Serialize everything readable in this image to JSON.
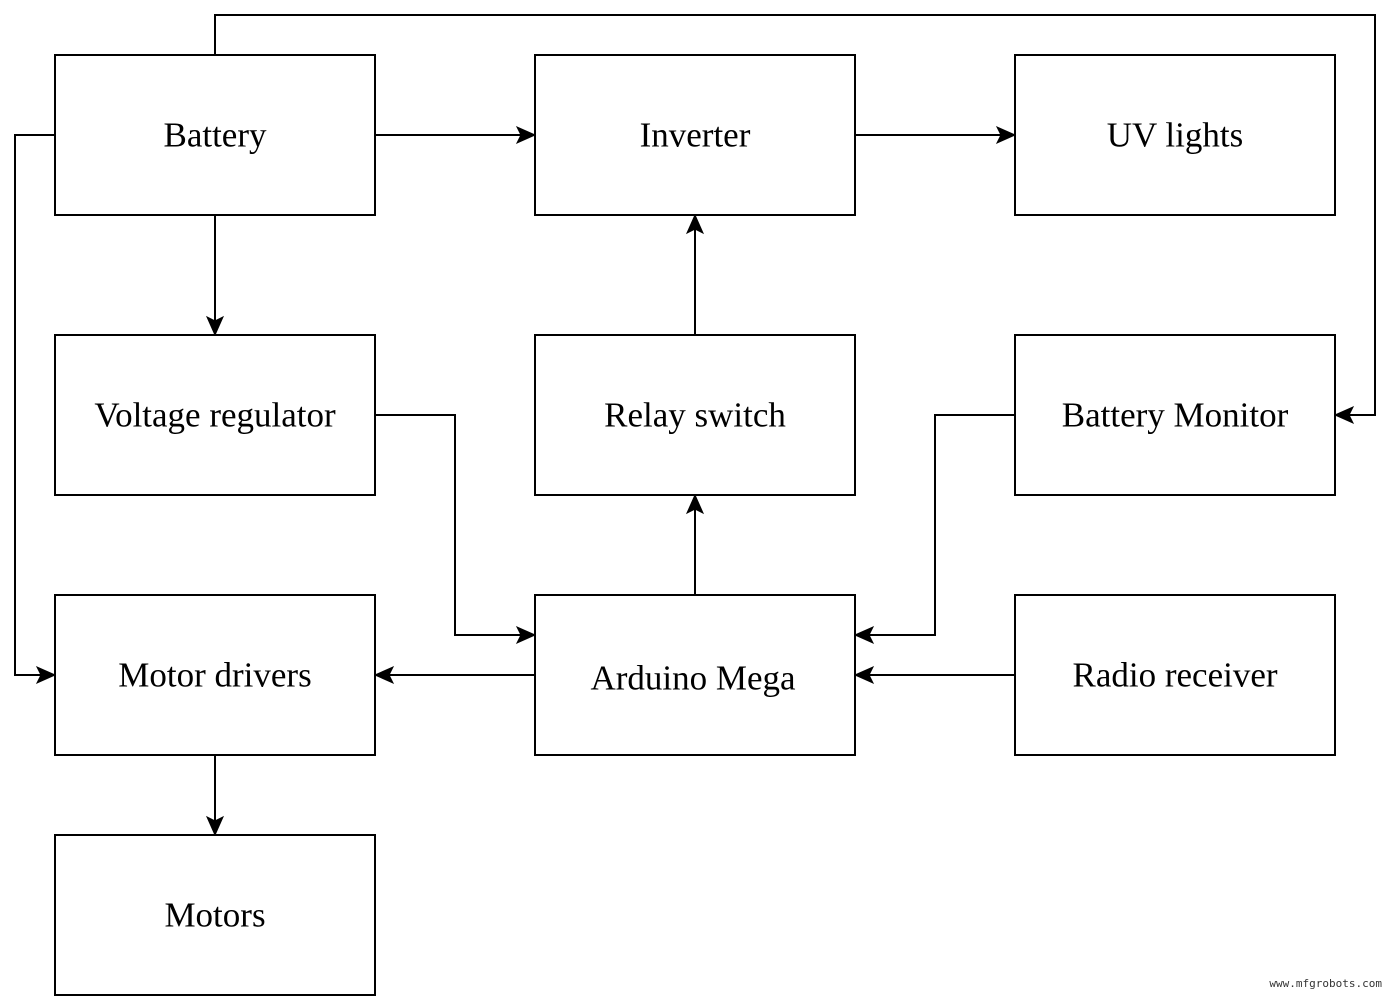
{
  "nodes": {
    "battery": {
      "label": "Battery"
    },
    "inverter": {
      "label": "Inverter"
    },
    "uv_lights": {
      "label": "UV lights"
    },
    "voltage_regulator": {
      "label": "Voltage regulator"
    },
    "relay_switch": {
      "label": "Relay switch"
    },
    "battery_monitor": {
      "label": "Battery Monitor"
    },
    "motor_drivers": {
      "label": "Motor drivers"
    },
    "arduino_mega": {
      "label": "Arduino Mega"
    },
    "radio_receiver": {
      "label": "Radio receiver"
    },
    "motors": {
      "label": "Motors"
    }
  },
  "edges": [
    {
      "from": "battery",
      "to": "inverter"
    },
    {
      "from": "inverter",
      "to": "uv_lights"
    },
    {
      "from": "battery",
      "to": "voltage_regulator"
    },
    {
      "from": "battery",
      "to": "battery_monitor"
    },
    {
      "from": "battery",
      "to": "motor_drivers"
    },
    {
      "from": "relay_switch",
      "to": "inverter"
    },
    {
      "from": "arduino_mega",
      "to": "relay_switch"
    },
    {
      "from": "voltage_regulator",
      "to": "arduino_mega"
    },
    {
      "from": "battery_monitor",
      "to": "arduino_mega"
    },
    {
      "from": "radio_receiver",
      "to": "arduino_mega"
    },
    {
      "from": "arduino_mega",
      "to": "motor_drivers"
    },
    {
      "from": "motor_drivers",
      "to": "motors"
    }
  ],
  "watermark": "www.mfgrobots.com",
  "colors": {
    "line": "#000000",
    "box_fill": "#ffffff",
    "background": "#ffffff"
  }
}
